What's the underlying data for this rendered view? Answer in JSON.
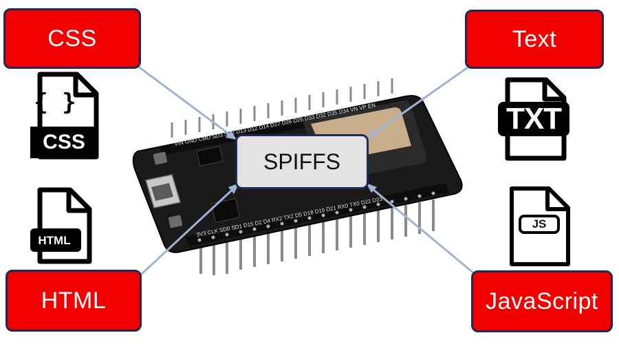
{
  "labels": {
    "css": "CSS",
    "text": "Text",
    "html": "HTML",
    "javascript": "JavaScript",
    "center": "SPIFFS"
  },
  "icons": {
    "css": {
      "name": "css-file-icon",
      "glyph": "{ }",
      "text": "CSS"
    },
    "txt": {
      "name": "txt-file-icon",
      "text": "TXT"
    },
    "html": {
      "name": "html-file-icon",
      "text": "HTML"
    },
    "js": {
      "name": "js-file-icon",
      "text": "JS"
    }
  },
  "board": {
    "top_pins": "VIN GND CMD SD3 SD2 D13 D12 D14 D27 D26 D25 D33 D32 D35 D34 VN VP EN",
    "bottom_pins": "3V3 CLK SD0 SD1 D15 D2 D4 RX2 TX2 D5 D18 D19 D21 RX0 TX0 D22 D23"
  },
  "colors": {
    "label_fill": "#f20000",
    "label_border": "#1f2a52",
    "center_fill": "#e3e3e3",
    "arrow": "#9fb4d3",
    "board": "#1a1a1a"
  }
}
